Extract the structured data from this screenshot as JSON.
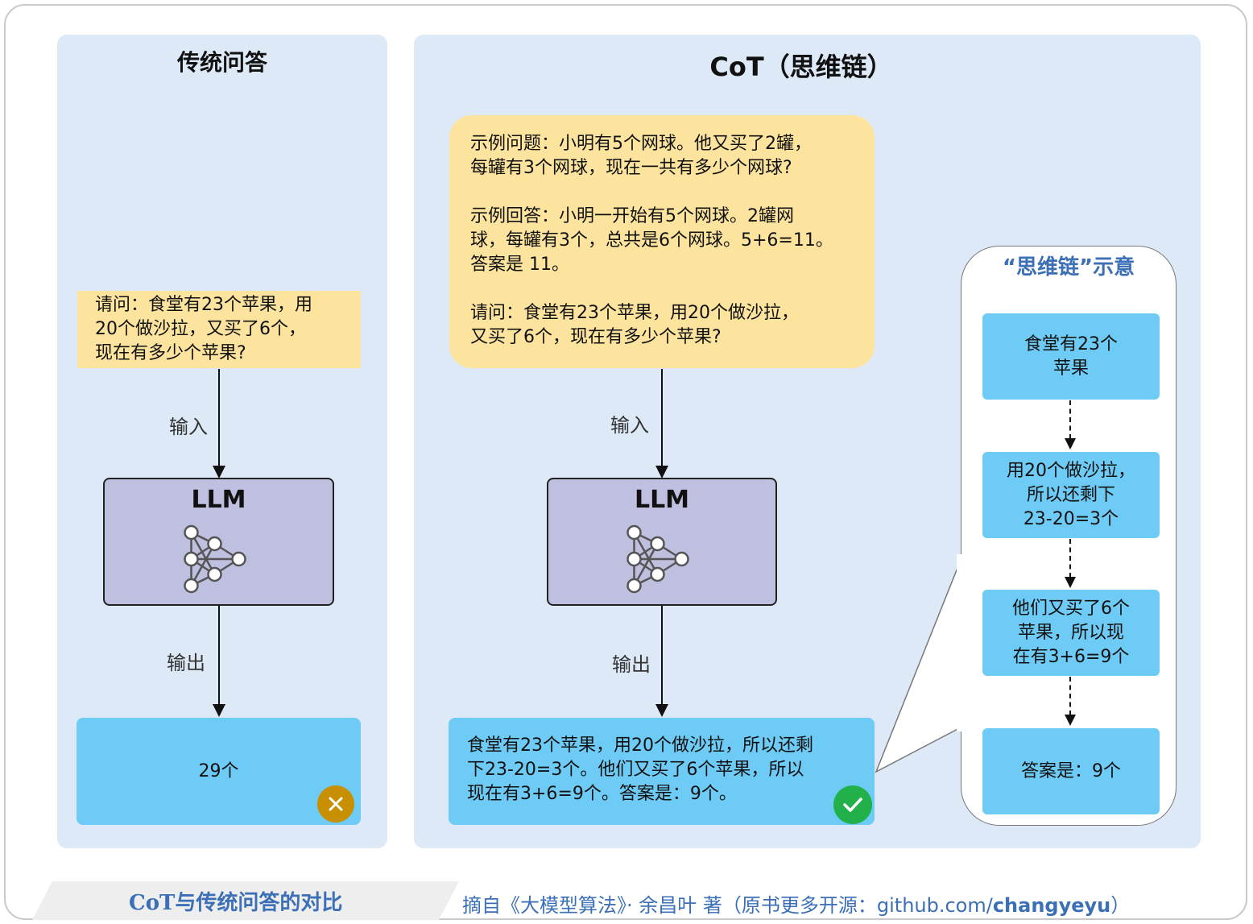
{
  "traditional": {
    "title": "传统问答",
    "question_lines": [
      "请问：食堂有23个苹果，用",
      "20个做沙拉，又买了6个，",
      "现在有多少个苹果?"
    ],
    "input_label": "输入",
    "llm_label": "LLM",
    "output_label": "输出",
    "answer": "29个",
    "result_icon": "cross-icon",
    "result_color": "#c89000"
  },
  "cot": {
    "title": "CoT（思维链）",
    "prompt_lines": [
      "示例问题：小明有5个网球。他又买了2罐，",
      "每罐有3个网球，现在一共有多少个网球?",
      "",
      "示例回答：小明一开始有5个网球。2罐网",
      "球，每罐有3个，总共是6个网球。5+6=11。",
      "答案是 11。",
      "",
      "请问：食堂有23个苹果，用20个做沙拉，",
      "又买了6个，现在有多少个苹果?"
    ],
    "input_label": "输入",
    "llm_label": "LLM",
    "output_label": "输出",
    "answer_lines": [
      "食堂有23个苹果，用20个做沙拉，所以还剩",
      "下23-20=3个。他们又买了6个苹果，所以",
      "现在有3+6=9个。答案是：9个。"
    ],
    "result_icon": "check-icon",
    "result_color": "#22b04b"
  },
  "chain": {
    "title": "“思维链”示意",
    "steps": [
      [
        "食堂有23个",
        "苹果"
      ],
      [
        "用20个做沙拉，",
        "所以还剩下",
        "23-20=3个"
      ],
      [
        "他们又买了6个",
        "苹果，所以现",
        "在有3+6=9个"
      ],
      [
        "答案是：9个"
      ]
    ]
  },
  "footer": {
    "caption": "CoT与传统问答的对比",
    "source_prefix": "摘自《大模型算法》· 余昌叶 著（原书更多开源：github.com/",
    "source_handle": "changyeyu",
    "source_suffix": "）"
  },
  "colors": {
    "panel": "#dde9f6",
    "yellow": "#fde49e",
    "blue": "#6ecbf5",
    "llm": "#bfbfe0",
    "accent": "#3b6fb6"
  }
}
